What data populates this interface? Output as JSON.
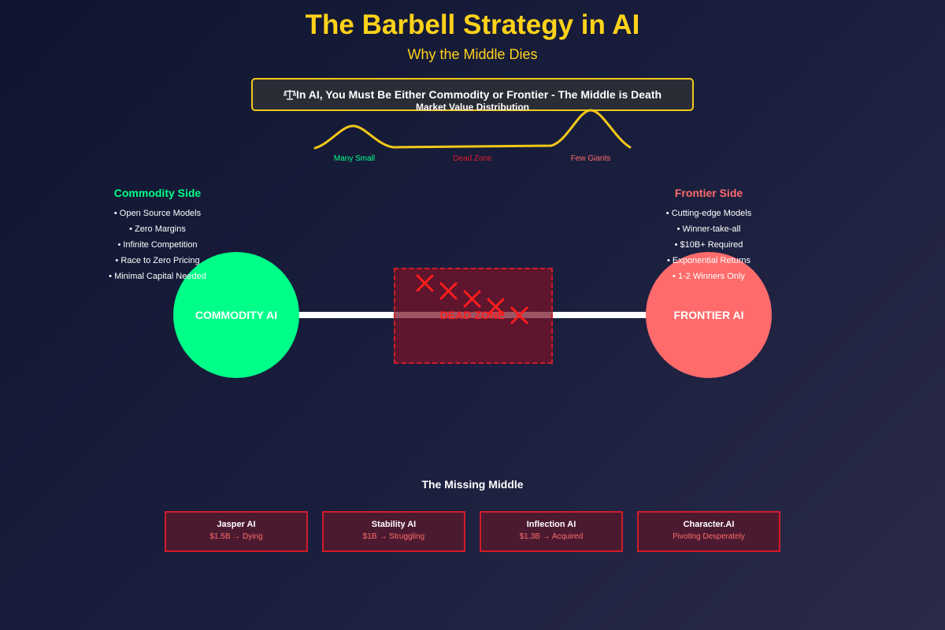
{
  "header": {
    "title": "The Barbell Strategy in AI",
    "subtitle": "Why the Middle Dies"
  },
  "banner": {
    "icon": "balance-scale-icon",
    "text": "In AI, You Must Be Either Commodity or Frontier - The Middle is Death"
  },
  "distribution": {
    "title": "Market Value Distribution",
    "labels": {
      "left": "Many Small",
      "middle": "Dead Zone",
      "right": "Few Giants"
    }
  },
  "commodity": {
    "heading": "Commodity Side",
    "items": [
      "• Open Source Models",
      "• Zero Margins",
      "• Infinite Competition",
      "• Race to Zero Pricing",
      "• Minimal Capital Needed"
    ],
    "circle_label": "COMMODITY AI"
  },
  "frontier": {
    "heading": "Frontier Side",
    "items": [
      "• Cutting-edge Models",
      "• Winner-take-all",
      "• $10B+ Required",
      "• Exponential Returns",
      "• 1-2 Winners Only"
    ],
    "circle_label": "FRONTIER AI"
  },
  "dead_zone": {
    "label": "DEAD ZONE",
    "marker_icon": "x-mark-icon"
  },
  "missing_middle": {
    "title": "The Missing Middle",
    "companies": [
      {
        "name": "Jasper AI",
        "status": "$1.5B → Dying"
      },
      {
        "name": "Stability AI",
        "status": "$1B → Struggling"
      },
      {
        "name": "Inflection AI",
        "status": "$1.3B → Acquired"
      },
      {
        "name": "Character.AI",
        "status": "Pivoting Desperately"
      }
    ]
  },
  "colors": {
    "accent": "#ffd21a",
    "commodity": "#00ff88",
    "frontier": "#ff6b6b",
    "danger": "#ff1e1e"
  }
}
